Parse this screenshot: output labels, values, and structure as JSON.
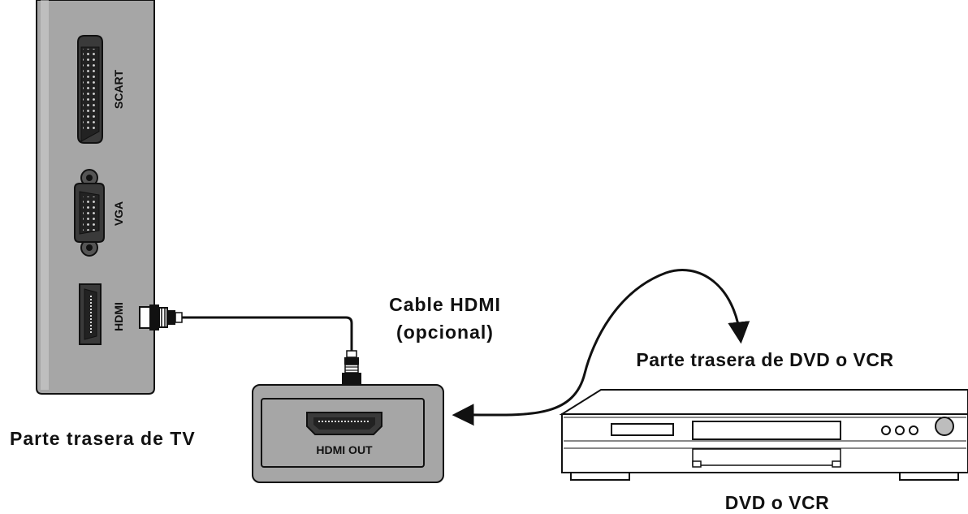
{
  "tv_panel": {
    "caption": "Parte trasera de TV",
    "ports": {
      "scart": "SCART",
      "vga": "VGA",
      "hdmi": "HDMI"
    }
  },
  "cable": {
    "label_line1": "Cable HDMI",
    "label_line2": "(opcional)"
  },
  "device_panel": {
    "port_label": "HDMI OUT",
    "caption": "Parte trasera de DVD o VCR"
  },
  "device": {
    "caption": "DVD o VCR"
  },
  "colors": {
    "panel_fill": "#a6a6a6",
    "panel_stroke": "#111111",
    "port_fill": "#3a3a3a",
    "background": "#ffffff"
  }
}
